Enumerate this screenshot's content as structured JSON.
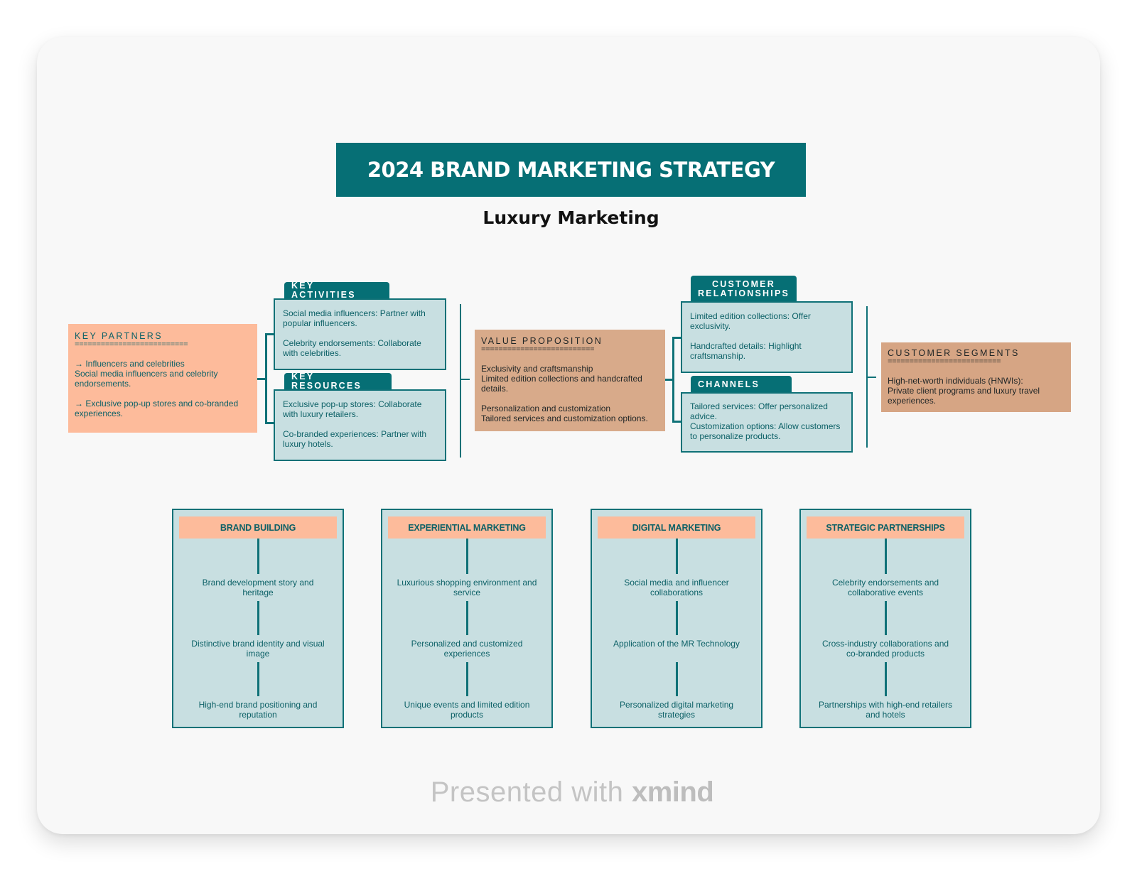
{
  "title": "2024 BRAND MARKETING STRATEGY",
  "subtitle": "Luxury Marketing",
  "key_partners": {
    "heading": "KEY PARTNERS",
    "rule": "==========================",
    "items": [
      {
        "title": "→ Influencers and celebrities",
        "text": "Social media influencers and celebrity endorsements."
      },
      {
        "title": "→ Exclusive pop-up stores and co-branded experiences."
      }
    ]
  },
  "key_activities": {
    "label": "KEY ACTIVITIES",
    "items": [
      "Social media influencers: Partner with popular influencers.",
      "Celebrity endorsements: Collaborate with celebrities."
    ]
  },
  "key_resources": {
    "label": "KEY RESOURCES",
    "items": [
      "Exclusive pop-up stores: Collaborate with luxury retailers.",
      "Co-branded experiences: Partner with luxury hotels."
    ]
  },
  "value_proposition": {
    "heading": "VALUE  PROPOSITION",
    "rule": "==========================",
    "items": [
      {
        "title": "Exclusivity and craftsmanship",
        "text": "Limited edition collections and handcrafted details."
      },
      {
        "title": "Personalization and customization",
        "text": "Tailored services and customization options."
      }
    ]
  },
  "customer_relationships": {
    "label_line1": "CUSTOMER",
    "label_line2": "RELATIONSHIPS",
    "items": [
      "Limited edition collections: Offer exclusivity.",
      "Handcrafted details: Highlight craftsmanship."
    ]
  },
  "channels": {
    "label": "CHANNELS",
    "items": [
      "Tailored services: Offer personalized advice.",
      "Customization options: Allow customers to personalize products."
    ]
  },
  "customer_segments": {
    "heading": "CUSTOMER SEGMENTS",
    "rule": "==========================",
    "title": "High-net-worth individuals (HNWIs):",
    "text": "Private client programs and luxury travel experiences."
  },
  "columns": [
    {
      "title": "BRAND BUILDING",
      "items": [
        "Brand development story and heritage",
        "Distinctive brand identity and visual image",
        "High-end brand positioning and reputation"
      ]
    },
    {
      "title": "EXPERIENTIAL MARKETING",
      "items": [
        "Luxurious shopping environment and service",
        "Personalized and customized experiences",
        "Unique events and limited edition products"
      ]
    },
    {
      "title": "DIGITAL MARKETING",
      "items": [
        "Social media and influencer collaborations",
        "Application of the MR Technology",
        "Personalized digital marketing strategies"
      ]
    },
    {
      "title": "STRATEGIC PARTNERSHIPS",
      "items": [
        "Celebrity endorsements and collaborative events",
        "Cross-industry collaborations and co-branded products",
        "Partnerships with high-end retailers and hotels"
      ]
    }
  ],
  "footer": {
    "prefix": "Presented with",
    "brand": "xmind"
  },
  "colors": {
    "teal": "#066f75",
    "light_teal": "#c8dfe1",
    "salmon": "#fdbb9b",
    "tan": "#d8aa8a",
    "page_bg": "#f8f8f8"
  }
}
